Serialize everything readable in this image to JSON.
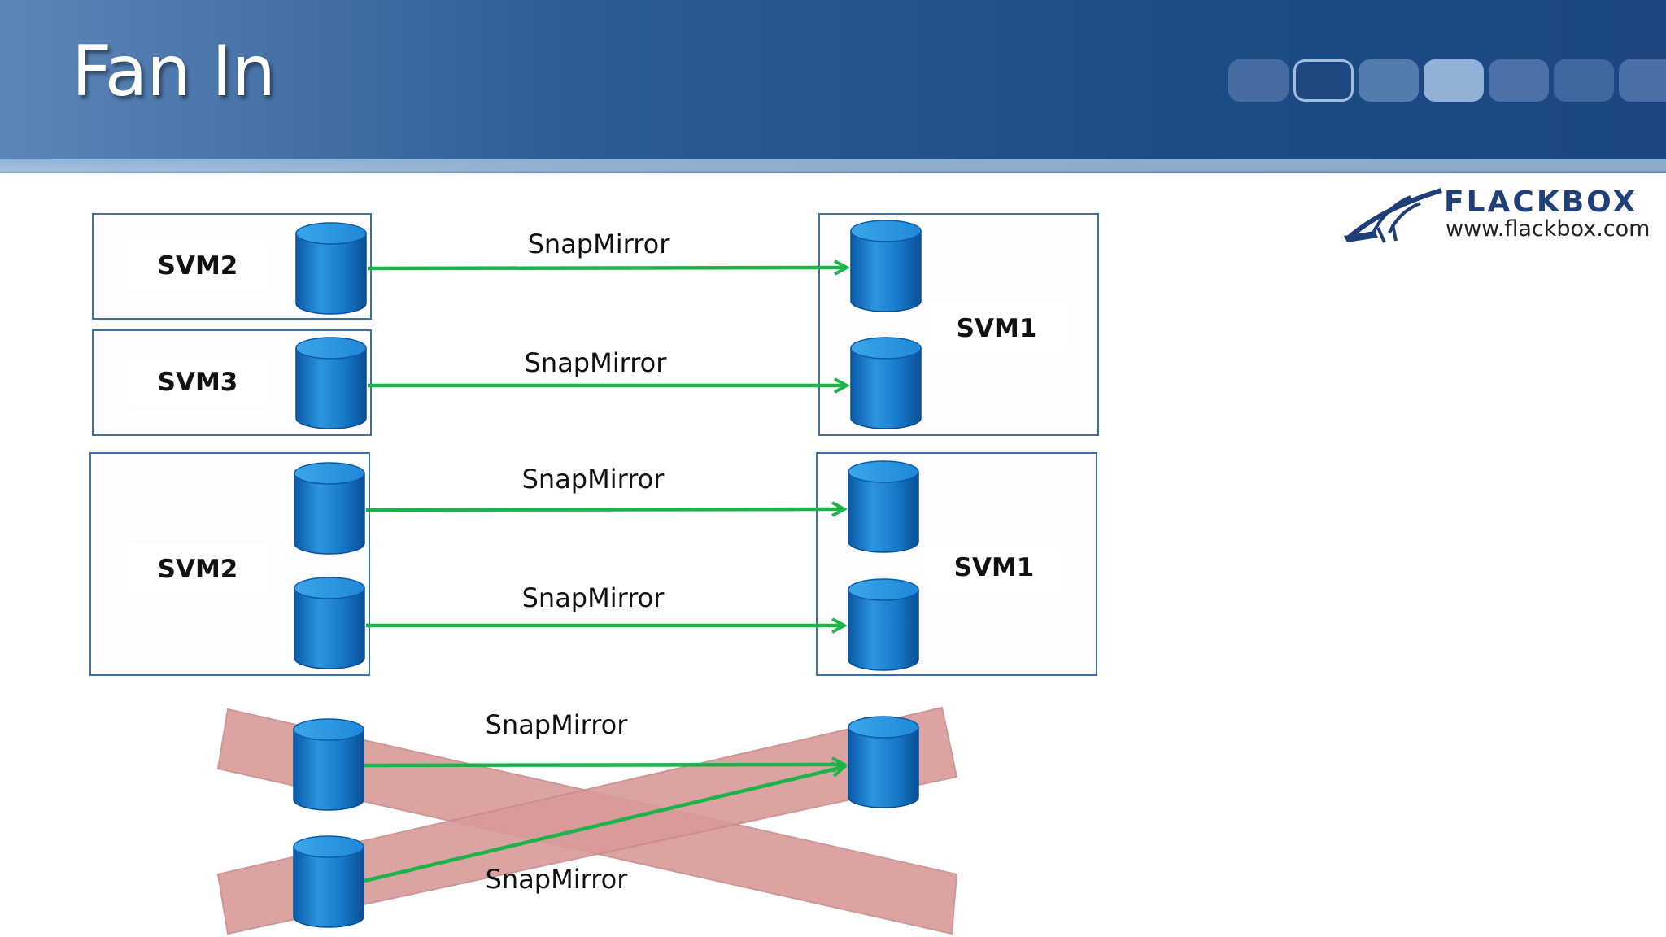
{
  "slide": {
    "title": "Fan In"
  },
  "brand": {
    "name": "FLACKBOX",
    "url": "www.flackbox.com"
  },
  "colors": {
    "header_dark": "#1b4682",
    "header_light": "#5d86b8",
    "arrow_green": "#1db34a",
    "cross_red": "#d99a9a",
    "cylinder_blue": "#1a7fd0",
    "box_border": "#3d6fa8"
  },
  "groups": {
    "top": {
      "source_1": "SVM2",
      "source_2": "SVM3",
      "destination": "SVM1",
      "arrow_1": "SnapMirror",
      "arrow_2": "SnapMirror"
    },
    "middle": {
      "source": "SVM2",
      "destination": "SVM1",
      "arrow_1": "SnapMirror",
      "arrow_2": "SnapMirror"
    },
    "bottom": {
      "arrow_1": "SnapMirror",
      "arrow_2": "SnapMirror"
    }
  }
}
